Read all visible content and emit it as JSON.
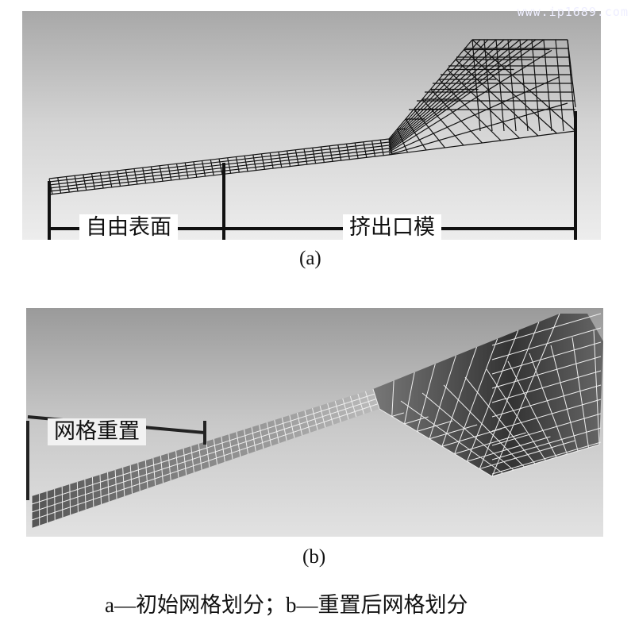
{
  "watermark": "www.ip1689.com",
  "panel_a": {
    "label_free_surface": "自由表面",
    "label_extrusion_die": "挤出口模",
    "caption": "(a)"
  },
  "panel_b": {
    "label_remesh": "网格重置",
    "caption": "(b)"
  },
  "figure_caption": "a—初始网格划分；b—重置后网格划分"
}
